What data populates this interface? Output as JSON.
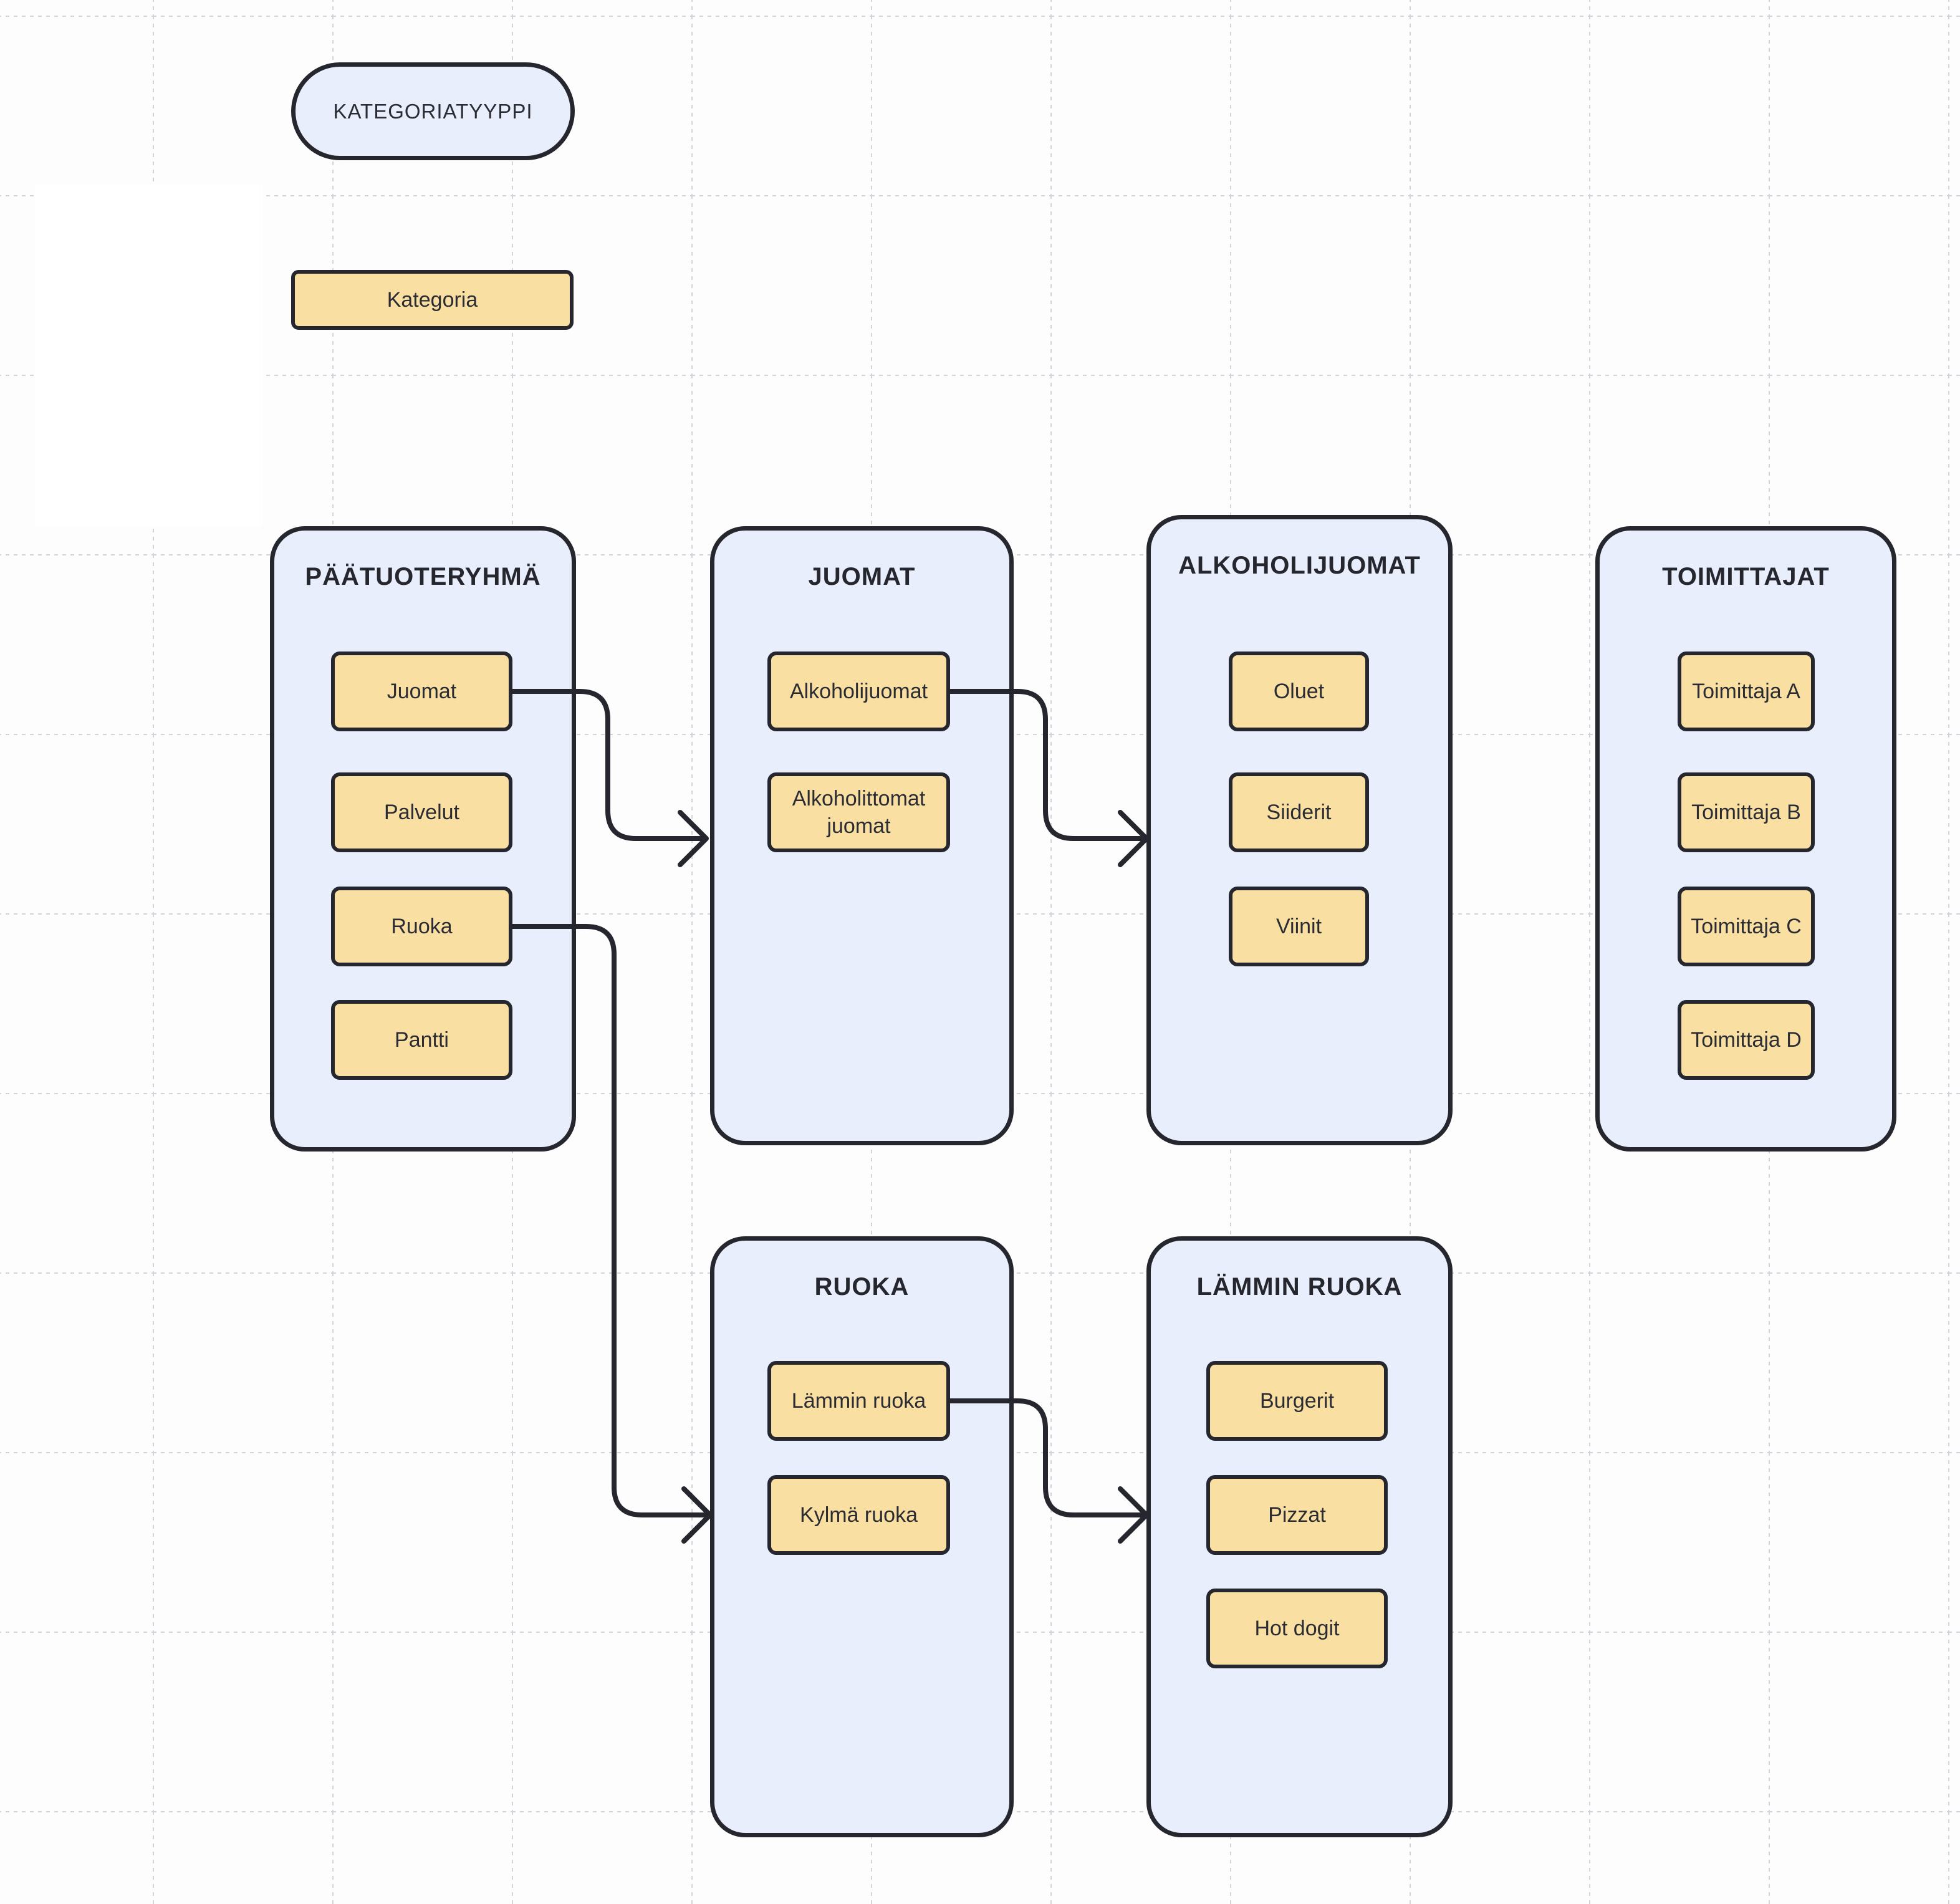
{
  "palette": {
    "ink": "#26272e",
    "container_fill": "#e8eefc",
    "item_fill": "#f9dfa1",
    "text": "#2b2c33",
    "background": "#fdfdfe",
    "grid_line": "#d2d3dc"
  },
  "legend": {
    "type_label": "KATEGORIATYYPPI",
    "category_label": "Kategoria"
  },
  "groups": [
    {
      "id": "paatuoteryhma",
      "title": "PÄÄTUOTERYHMÄ",
      "items": [
        "Juomat",
        "Palvelut",
        "Ruoka",
        "Pantti"
      ]
    },
    {
      "id": "juomat",
      "title": "JUOMAT",
      "items": [
        "Alkoholijuomat",
        "Alkoholittomat juomat"
      ]
    },
    {
      "id": "alkoholijuomat",
      "title": "ALKOHOLIJUOMAT",
      "items": [
        "Oluet",
        "Siiderit",
        "Viinit"
      ]
    },
    {
      "id": "toimittajat",
      "title": "TOIMITTAJAT",
      "items": [
        "Toimittaja A",
        "Toimittaja B",
        "Toimittaja C",
        "Toimittaja D"
      ]
    },
    {
      "id": "ruoka",
      "title": "RUOKA",
      "items": [
        "Lämmin ruoka",
        "Kylmä ruoka"
      ]
    },
    {
      "id": "lammin-ruoka",
      "title": "LÄMMIN RUOKA",
      "items": [
        "Burgerit",
        "Pizzat",
        "Hot dogit"
      ]
    }
  ],
  "connections": [
    {
      "from": "Juomat",
      "to": "JUOMAT"
    },
    {
      "from": "Alkoholijuomat",
      "to": "ALKOHOLIJUOMAT"
    },
    {
      "from": "Ruoka",
      "to": "RUOKA"
    },
    {
      "from": "Lämmin ruoka",
      "to": "LÄMMIN RUOKA"
    }
  ]
}
